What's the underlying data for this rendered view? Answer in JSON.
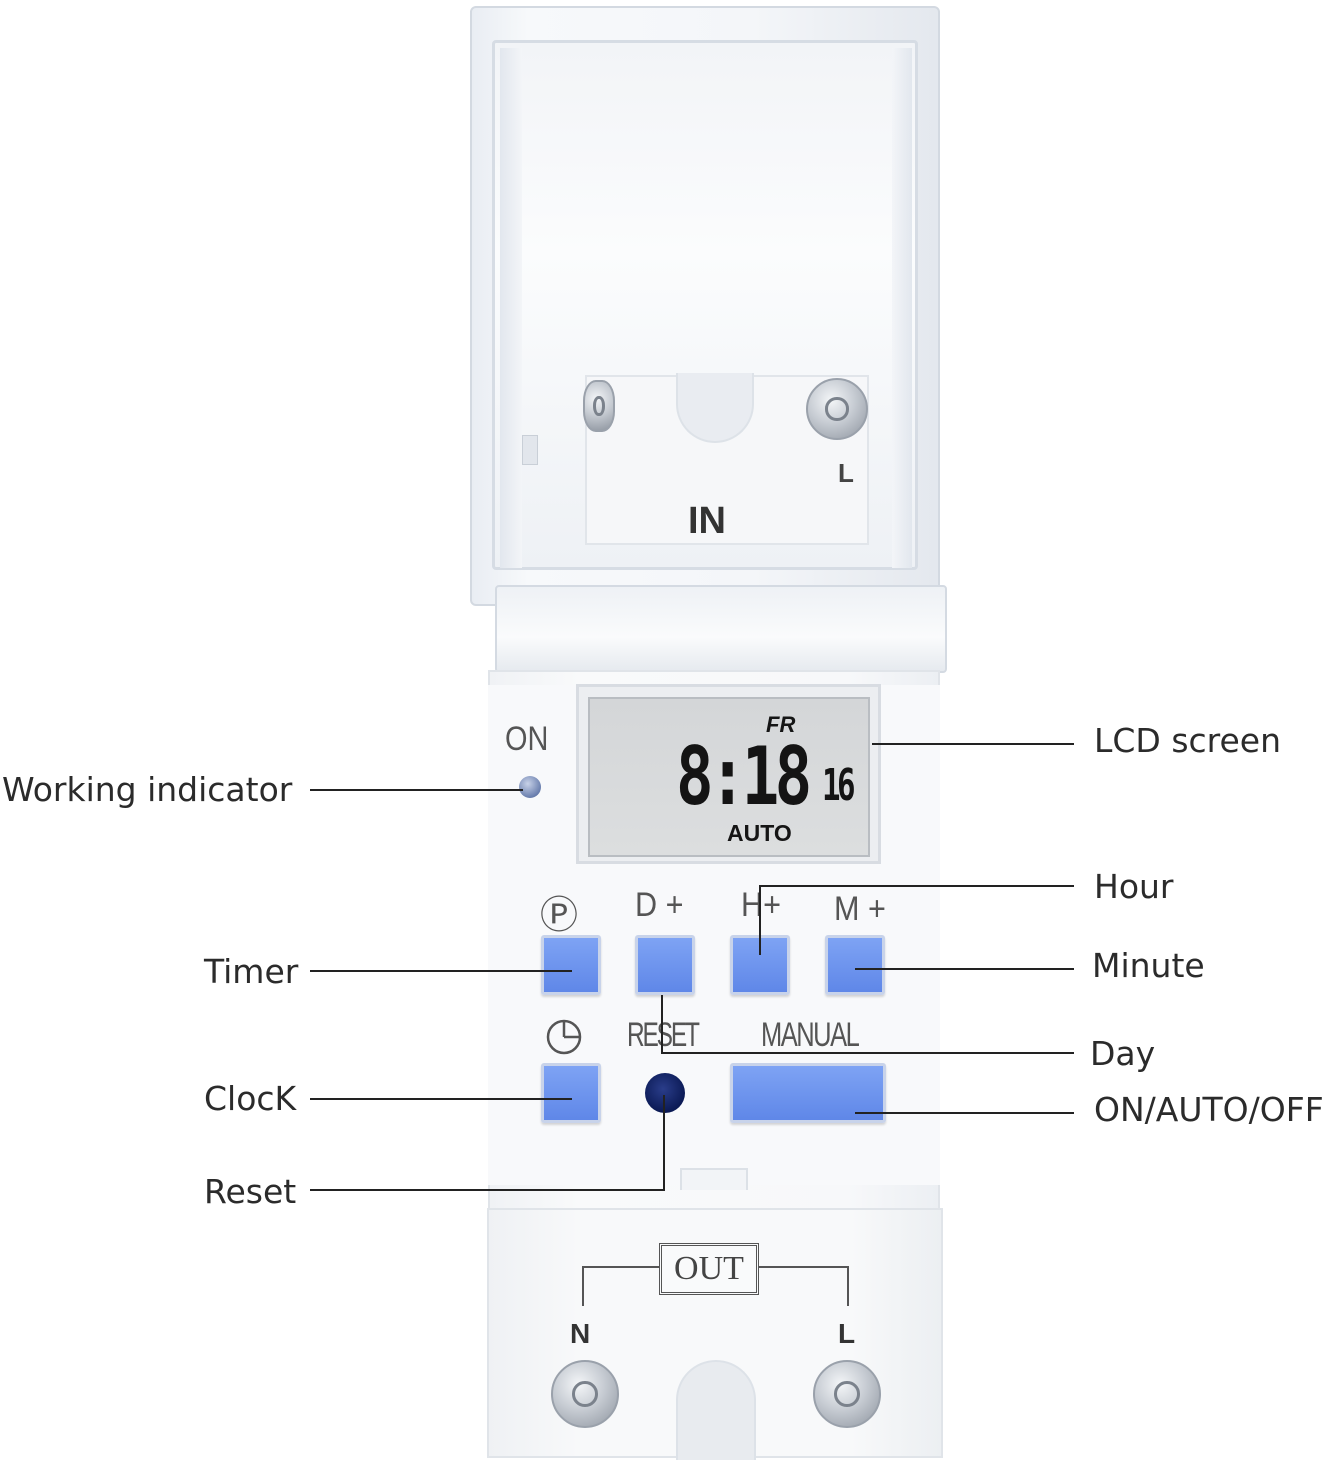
{
  "device": {
    "input_label": "IN",
    "input_terminal": "L",
    "indicator_label": "ON",
    "lcd": {
      "day": "FR",
      "time": "8:18",
      "seconds": "16",
      "mode": "AUTO"
    },
    "buttons": {
      "timer": "Ⓟ",
      "day": "D +",
      "hour": "H+",
      "minute": "M +",
      "reset": "RESET",
      "manual": "MANUAL"
    },
    "output_label": "OUT",
    "output_terminal_left": "N",
    "output_terminal_right": "L"
  },
  "annotations": {
    "working_indicator": "Working indicator",
    "lcd_screen": "LCD screen",
    "hour": "Hour",
    "timer": "Timer",
    "minute": "Minute",
    "day": "Day",
    "clock": "ClocK",
    "on_auto_off": "ON/AUTO/OFF",
    "reset": "Reset"
  },
  "colors": {
    "button": "#6a90ec",
    "reset_hole": "#0f1f5c",
    "led": "#6a7fae",
    "lcd": "#d6d8da"
  }
}
